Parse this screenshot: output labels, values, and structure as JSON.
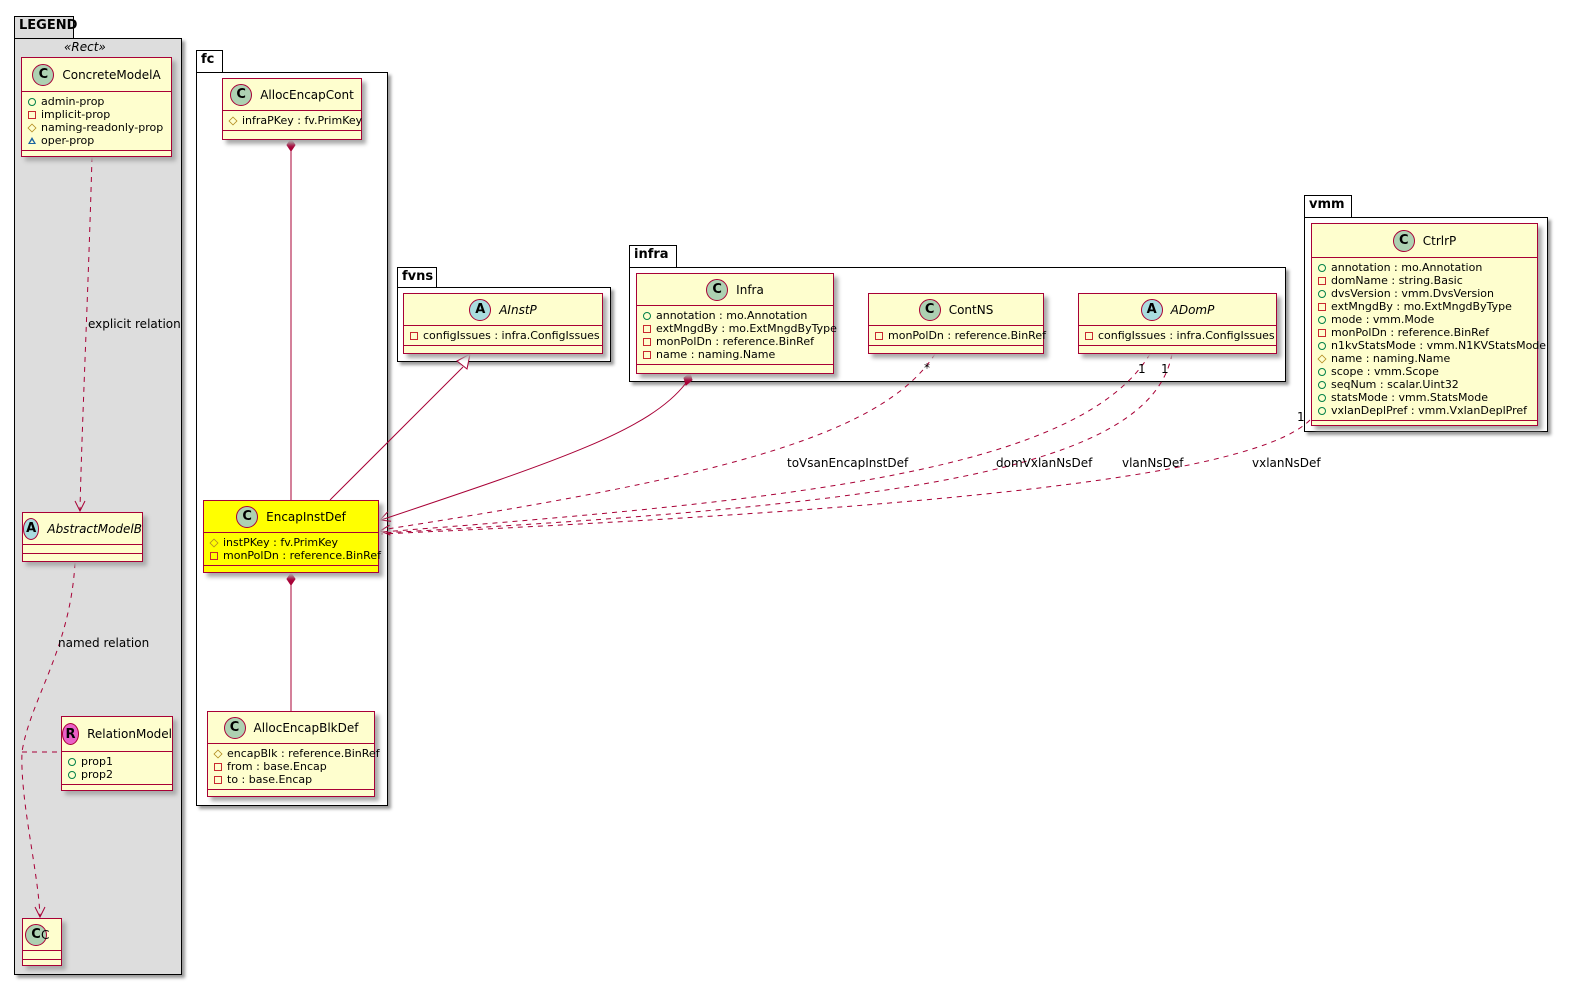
{
  "packages": [
    {
      "id": "legend",
      "name": "LEGEND",
      "stereotype": "«Rect»"
    },
    {
      "id": "fc",
      "name": "fc"
    },
    {
      "id": "fvns",
      "name": "fvns"
    },
    {
      "id": "infra",
      "name": "infra"
    },
    {
      "id": "vmm",
      "name": "vmm"
    }
  ],
  "classes": [
    {
      "id": "ConcreteModelA",
      "kind": "C",
      "name": "ConcreteModelA",
      "attrs": [
        [
          "+",
          "admin-prop"
        ],
        [
          "-",
          "implicit-prop"
        ],
        [
          "#",
          "naming-readonly-prop"
        ],
        [
          "~",
          "oper-prop"
        ]
      ]
    },
    {
      "id": "AbstractModelB",
      "kind": "A",
      "name": "AbstractModelB",
      "abstract": true,
      "attrs": []
    },
    {
      "id": "RelationModel",
      "kind": "R",
      "name": "RelationModel",
      "attrs": [
        [
          "+",
          "prop1"
        ],
        [
          "+",
          "prop2"
        ]
      ]
    },
    {
      "id": "C",
      "kind": "C",
      "name": "C",
      "attrs": []
    },
    {
      "id": "AllocEncapCont",
      "kind": "C",
      "name": "AllocEncapCont",
      "attrs": [
        [
          "#",
          "infraPKey : fv.PrimKey"
        ]
      ]
    },
    {
      "id": "EncapInstDef",
      "kind": "C",
      "name": "EncapInstDef",
      "highlight": true,
      "attrs": [
        [
          "#",
          "instPKey : fv.PrimKey"
        ],
        [
          "-",
          "monPolDn : reference.BinRef"
        ]
      ]
    },
    {
      "id": "AllocEncapBlkDef",
      "kind": "C",
      "name": "AllocEncapBlkDef",
      "attrs": [
        [
          "#",
          "encapBlk : reference.BinRef"
        ],
        [
          "-",
          "from : base.Encap"
        ],
        [
          "-",
          "to : base.Encap"
        ]
      ]
    },
    {
      "id": "AInstP",
      "kind": "A",
      "name": "AInstP",
      "abstract": true,
      "attrs": [
        [
          "-",
          "configIssues : infra.ConfigIssues"
        ]
      ]
    },
    {
      "id": "Infra",
      "kind": "C",
      "name": "Infra",
      "attrs": [
        [
          "+",
          "annotation : mo.Annotation"
        ],
        [
          "-",
          "extMngdBy : mo.ExtMngdByType"
        ],
        [
          "-",
          "monPolDn : reference.BinRef"
        ],
        [
          "-",
          "name : naming.Name"
        ]
      ]
    },
    {
      "id": "ContNS",
      "kind": "C",
      "name": "ContNS",
      "attrs": [
        [
          "-",
          "monPolDn : reference.BinRef"
        ]
      ]
    },
    {
      "id": "ADomP",
      "kind": "A",
      "name": "ADomP",
      "abstract": true,
      "attrs": [
        [
          "-",
          "configIssues : infra.ConfigIssues"
        ]
      ]
    },
    {
      "id": "CtrlrP",
      "kind": "C",
      "name": "CtrlrP",
      "attrs": [
        [
          "+",
          "annotation : mo.Annotation"
        ],
        [
          "-",
          "domName : string.Basic"
        ],
        [
          "+",
          "dvsVersion : vmm.DvsVersion"
        ],
        [
          "-",
          "extMngdBy : mo.ExtMngdByType"
        ],
        [
          "+",
          "mode : vmm.Mode"
        ],
        [
          "-",
          "monPolDn : reference.BinRef"
        ],
        [
          "+",
          "n1kvStatsMode : vmm.N1KVStatsMode"
        ],
        [
          "#",
          "name : naming.Name"
        ],
        [
          "+",
          "scope : vmm.Scope"
        ],
        [
          "+",
          "seqNum : scalar.Uint32"
        ],
        [
          "+",
          "statsMode : vmm.StatsMode"
        ],
        [
          "+",
          "vxlanDeplPref : vmm.VxlanDeplPref"
        ]
      ]
    }
  ],
  "edge_labels": {
    "explicit": "explicit relation",
    "named": "named relation",
    "toVsan": "toVsanEncapInstDef",
    "domVxlan": "domVxlanNsDef",
    "vlanNs": "vlanNsDef",
    "vxlanNs": "vxlanNsDef",
    "mult_star": "*",
    "mult_one_a": "1",
    "mult_one_b": "1",
    "mult_one_c": "1"
  },
  "colors": {
    "class_fill": "#fefece",
    "highlight": "#ffff00",
    "border": "#a80036",
    "legend_bg": "#dddddd",
    "badge_C": "#add1b2",
    "badge_A": "#a9dcdf",
    "badge_R": "#ea60c7"
  }
}
